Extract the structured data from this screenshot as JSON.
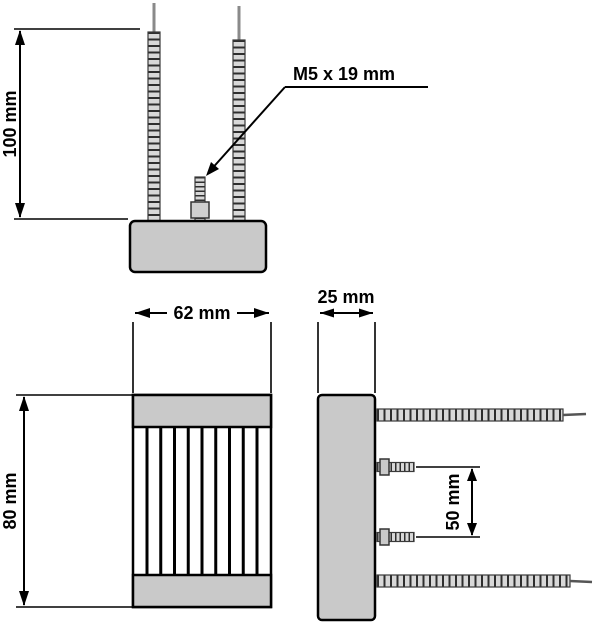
{
  "drawing": {
    "top_view": {
      "lead_length_label": "100 mm",
      "stud_label": "M5 x 19 mm"
    },
    "front_view": {
      "width_label": "62 mm",
      "height_label": "80 mm"
    },
    "side_view": {
      "depth_label": "25 mm",
      "stud_spacing_label": "50 mm"
    },
    "colors": {
      "body_fill": "#c9c9c9",
      "band_fill": "#c9c9c9",
      "wire_fill": "#d8d8d8",
      "line_color": "#000000",
      "background": "#ffffff"
    }
  }
}
